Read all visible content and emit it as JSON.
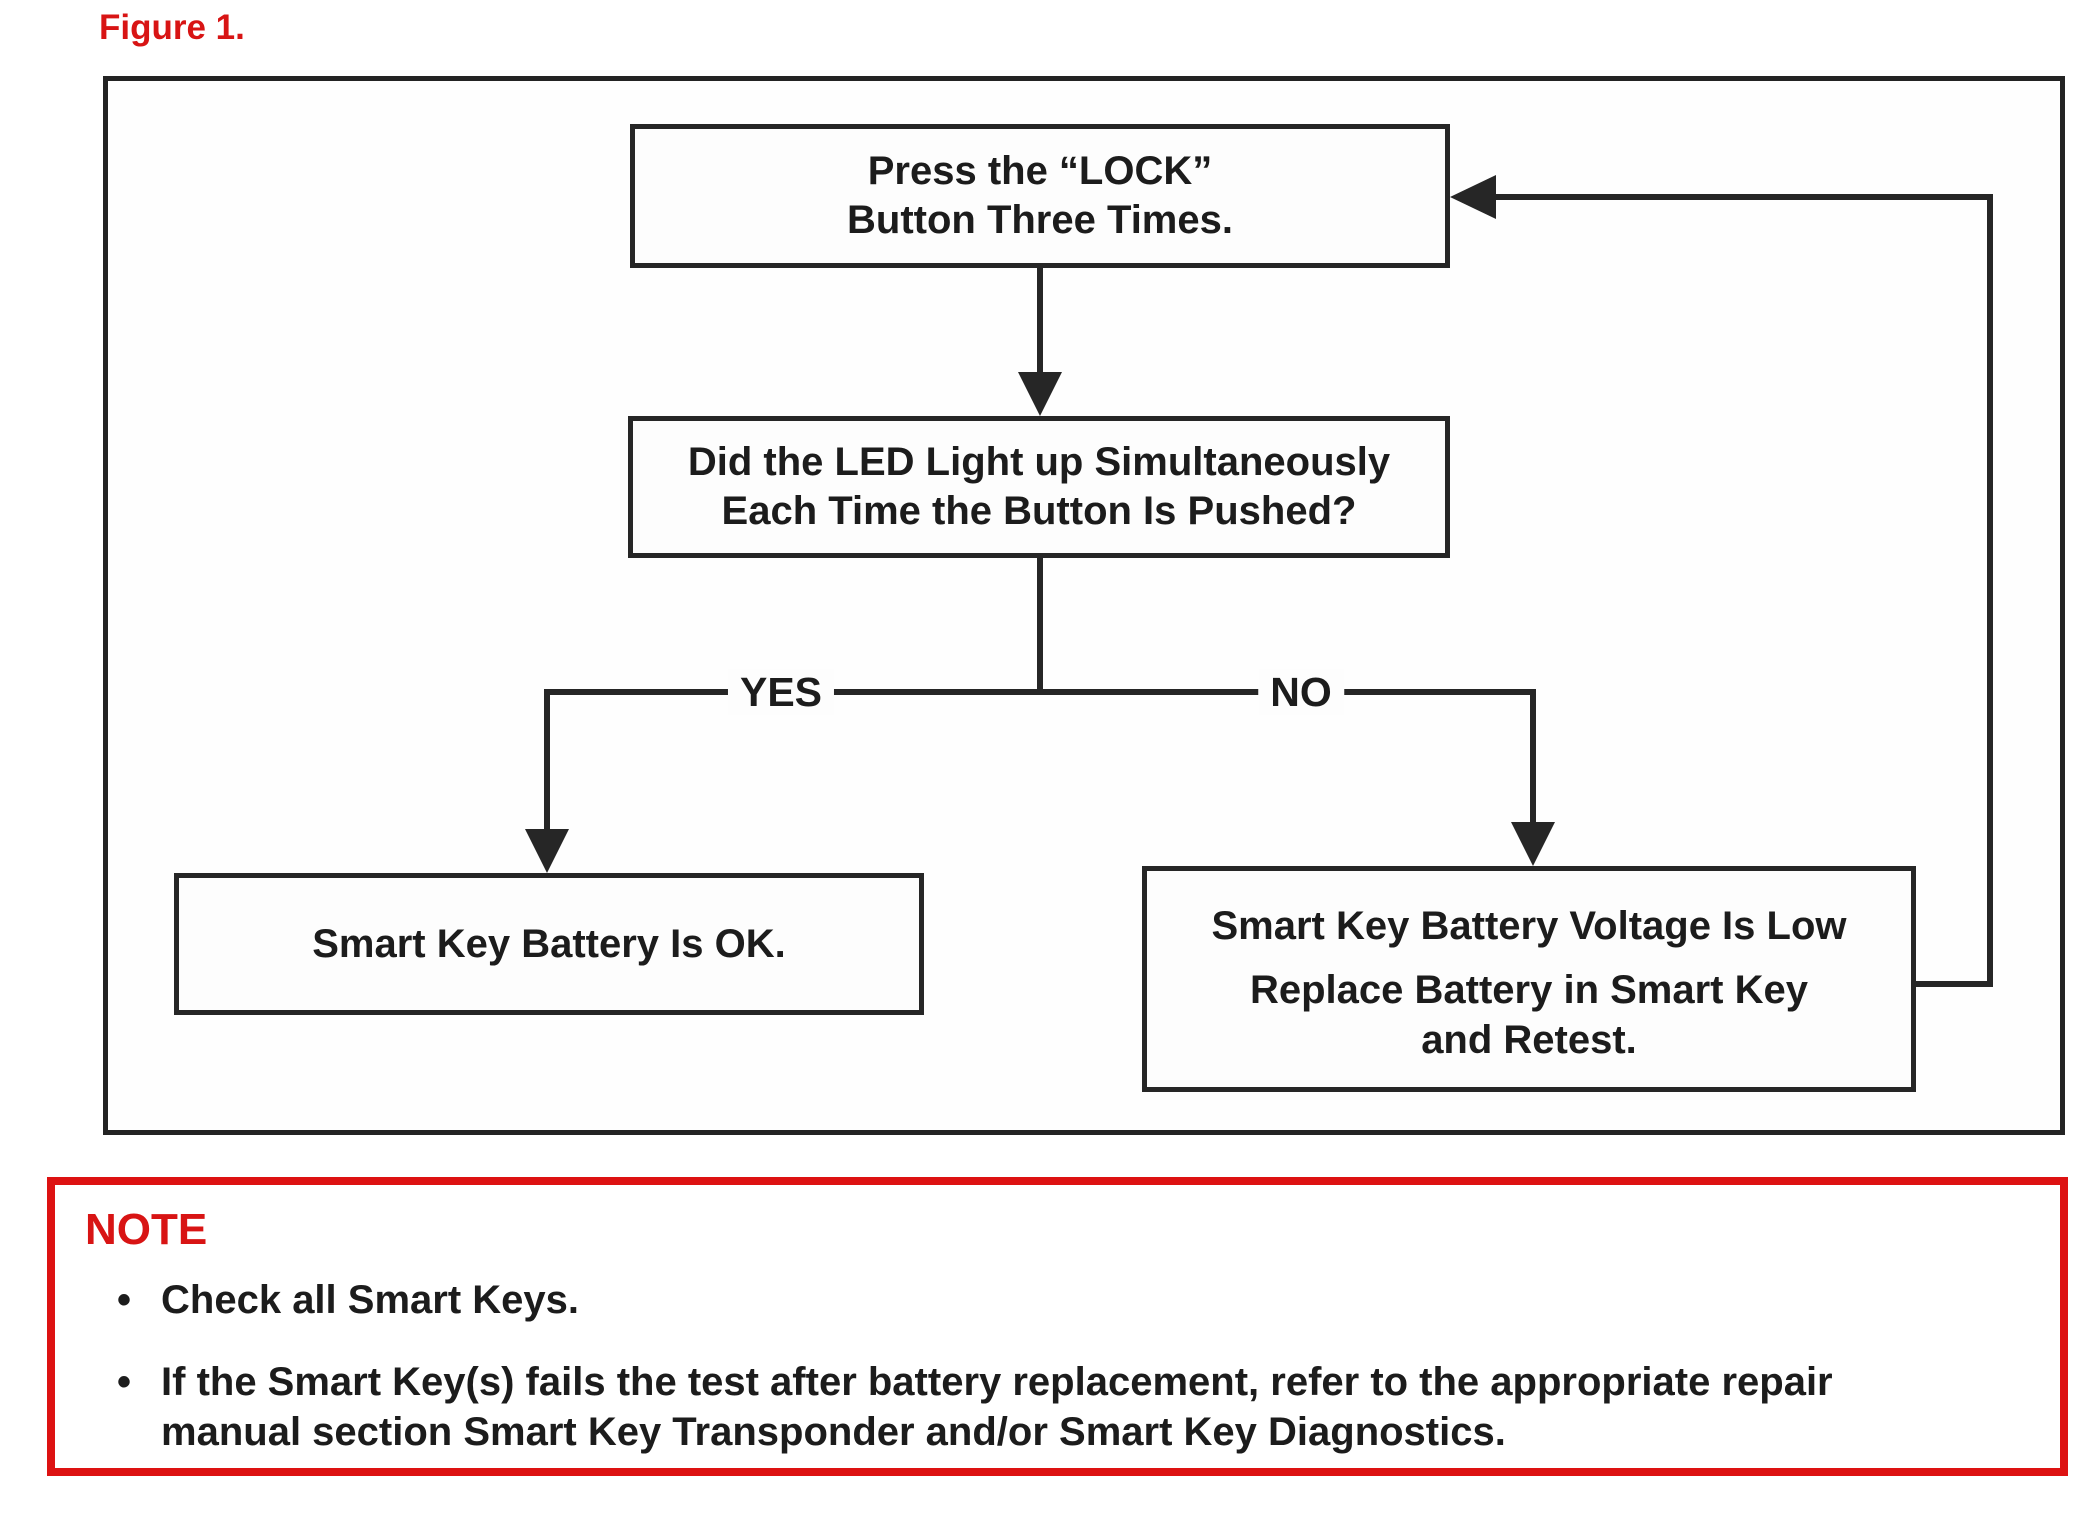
{
  "figure": {
    "title": "Figure 1."
  },
  "colors": {
    "accent_red": "#dd1212",
    "ink": "#262626"
  },
  "flowchart": {
    "nodes": {
      "press_lock": "Press the “LOCK”\nButton Three Times.",
      "led_question": "Did the LED Light up Simultaneously\nEach Time the Button Is Pushed?",
      "battery_ok": "Smart Key Battery Is OK.",
      "battery_low_title": "Smart Key Battery Voltage Is Low",
      "battery_low_action": "Replace Battery in Smart Key\nand Retest."
    },
    "branch_labels": {
      "yes": "YES",
      "no": "NO"
    }
  },
  "note": {
    "title": "NOTE",
    "bullet_glyph": "•",
    "bullets": [
      "Check all Smart Keys.",
      "If the Smart Key(s) fails the test after battery replacement, refer to the appropriate repair\nmanual section Smart Key Transponder and/or Smart Key Diagnostics."
    ]
  }
}
